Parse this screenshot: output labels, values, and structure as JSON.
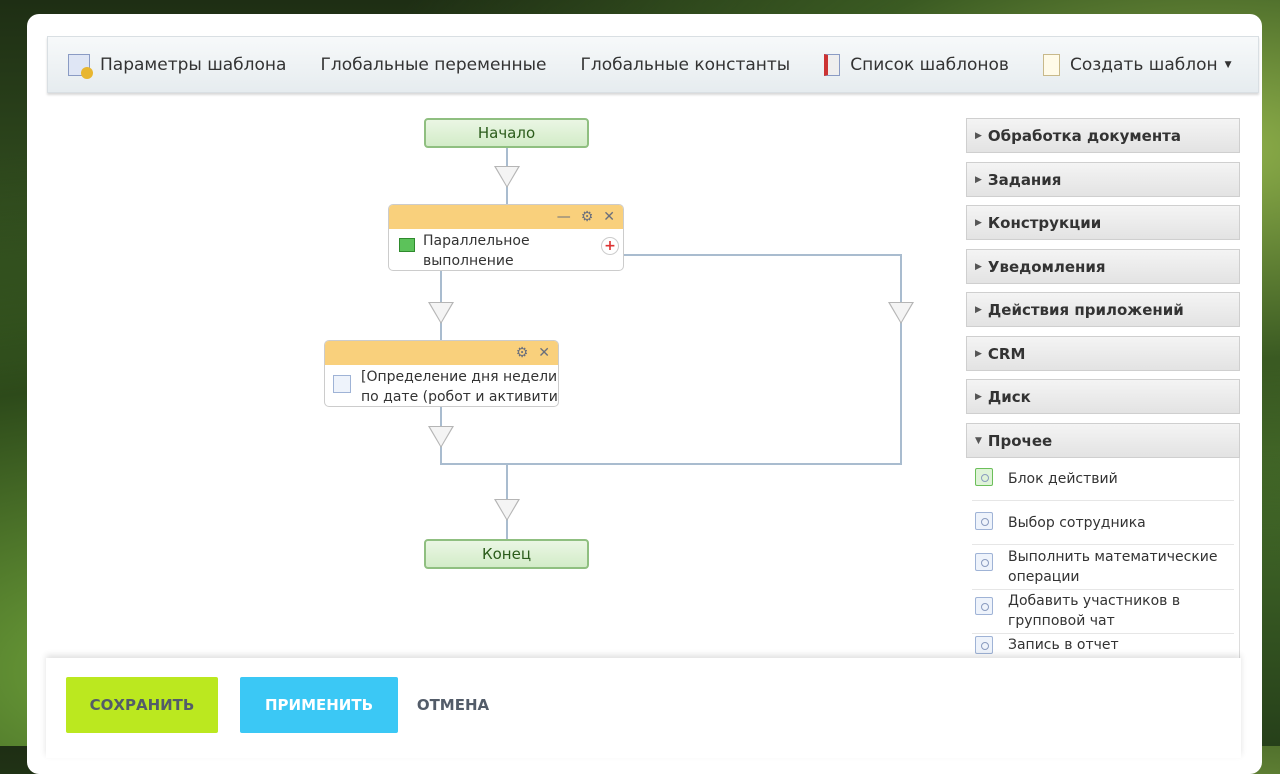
{
  "toolbar": {
    "template_params": "Параметры шаблона",
    "global_vars": "Глобальные переменные",
    "global_consts": "Глобальные константы",
    "template_list": "Список шаблонов",
    "create_template": "Создать шаблон"
  },
  "flow": {
    "start": "Начало",
    "end": "Конец",
    "parallel": {
      "line1": "Параллельное",
      "line2": "выполнение"
    },
    "activity": {
      "line1": "[Определение дня недели",
      "line2": "по дате (робот и активити"
    }
  },
  "palette": {
    "groups": [
      "Обработка документа",
      "Задания",
      "Конструкции",
      "Уведомления",
      "Действия приложений",
      "CRM",
      "Диск",
      "Прочее"
    ],
    "items": [
      {
        "line1": "Блок действий",
        "icon": "action-block-icon"
      },
      {
        "line1": "Выбор сотрудника",
        "icon": "activity-icon"
      },
      {
        "line1": "Выполнить математические",
        "line2": "операции",
        "icon": "activity-icon"
      },
      {
        "line1": "Добавить участников в",
        "line2": "групповой чат",
        "icon": "activity-icon"
      },
      {
        "line1": "Запись в отчет",
        "icon": "activity-icon"
      }
    ]
  },
  "footer": {
    "save": "СОХРАНИТЬ",
    "apply": "ПРИМЕНИТЬ",
    "cancel": "ОТМЕНА"
  },
  "colors": {
    "save": "#bbe81f",
    "apply": "#3bc8f5",
    "header": "#f9d07c"
  }
}
